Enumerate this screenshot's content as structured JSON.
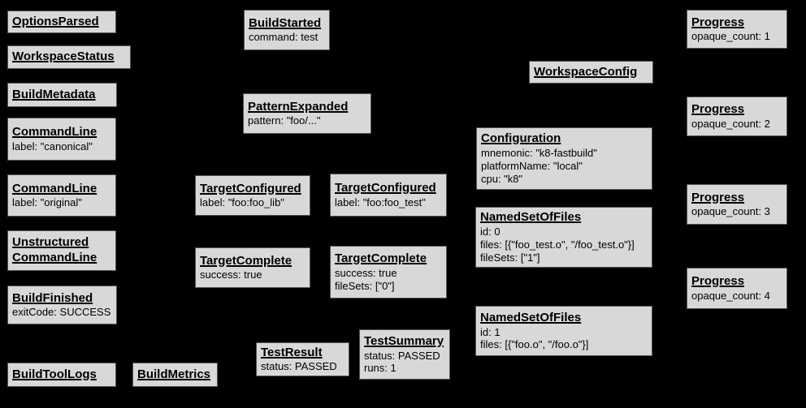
{
  "diagram": {
    "description": "Build event protocol graph of event nodes on black background",
    "colors": {
      "background": "#000000",
      "node_fill": "#d8d8d8",
      "node_border": "#545454",
      "text": "#000000"
    },
    "nodes": {
      "options_parsed": {
        "title": "OptionsParsed",
        "lines": []
      },
      "workspace_status": {
        "title": "WorkspaceStatus",
        "lines": []
      },
      "build_metadata": {
        "title": "BuildMetadata",
        "lines": []
      },
      "command_line_canonical": {
        "title": "CommandLine",
        "lines": [
          "label: \"canonical\""
        ]
      },
      "command_line_original": {
        "title": "CommandLine",
        "lines": [
          "label: \"original\""
        ]
      },
      "unstructured_command_line": {
        "title": "Unstructured CommandLine",
        "lines": []
      },
      "build_finished": {
        "title": "BuildFinished",
        "lines": [
          "exitCode: SUCCESS"
        ]
      },
      "build_tool_logs": {
        "title": "BuildToolLogs",
        "lines": []
      },
      "build_metrics": {
        "title": "BuildMetrics",
        "lines": []
      },
      "build_started": {
        "title": "BuildStarted",
        "lines": [
          "command: test"
        ]
      },
      "pattern_expanded": {
        "title": "PatternExpanded",
        "lines": [
          "pattern: \"foo/...\""
        ]
      },
      "target_configured_lib": {
        "title": "TargetConfigured",
        "lines": [
          "label: \"foo:foo_lib\""
        ]
      },
      "target_configured_test": {
        "title": "TargetConfigured",
        "lines": [
          "label: \"foo:foo_test\""
        ]
      },
      "target_complete_lib": {
        "title": "TargetComplete",
        "lines": [
          "success: true"
        ]
      },
      "target_complete_test": {
        "title": "TargetComplete",
        "lines": [
          "success: true",
          "fileSets: [\"0\"]"
        ]
      },
      "test_result": {
        "title": "TestResult",
        "lines": [
          "status: PASSED"
        ]
      },
      "test_summary": {
        "title": "TestSummary",
        "lines": [
          "status: PASSED",
          "runs: 1"
        ]
      },
      "workspace_config": {
        "title": "WorkspaceConfig",
        "lines": []
      },
      "configuration": {
        "title": "Configuration",
        "lines": [
          "mnemonic: \"k8-fastbuild\"",
          "platformName: \"local\"",
          "cpu: \"k8\""
        ]
      },
      "named_set_0": {
        "title": "NamedSetOfFiles",
        "lines": [
          "id: 0",
          "files: [{\"foo_test.o\", \"/foo_test.o\"}]",
          "fileSets: [\"1\"]"
        ]
      },
      "named_set_1": {
        "title": "NamedSetOfFiles",
        "lines": [
          "id: 1",
          "files: [{\"foo.o\", \"/foo.o\"}]"
        ]
      },
      "progress_1": {
        "title": "Progress",
        "lines": [
          "opaque_count: 1"
        ]
      },
      "progress_2": {
        "title": "Progress",
        "lines": [
          "opaque_count: 2"
        ]
      },
      "progress_3": {
        "title": "Progress",
        "lines": [
          "opaque_count: 3"
        ]
      },
      "progress_4": {
        "title": "Progress",
        "lines": [
          "opaque_count: 4"
        ]
      }
    }
  }
}
